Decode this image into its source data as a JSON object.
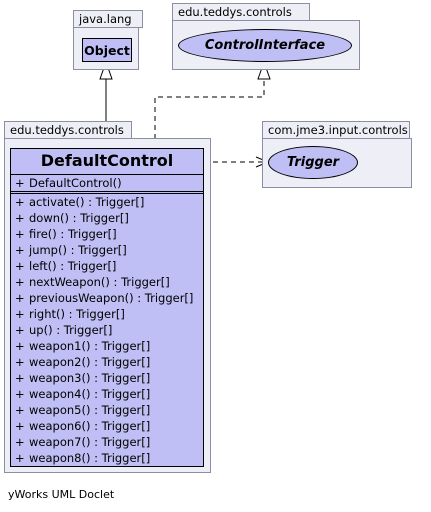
{
  "packages": {
    "java_lang": "java.lang",
    "edu_controls_top": "edu.teddys.controls",
    "edu_controls_main": "edu.teddys.controls",
    "jme3_input": "com.jme3.input.controls"
  },
  "classes": {
    "object": "Object",
    "control_interface": "ControlInterface",
    "trigger": "Trigger",
    "default_control": "DefaultControl"
  },
  "constructor": {
    "vis": "+",
    "sig": "DefaultControl()"
  },
  "methods": [
    {
      "vis": "+",
      "sig": "activate() : Trigger[]"
    },
    {
      "vis": "+",
      "sig": "down() : Trigger[]"
    },
    {
      "vis": "+",
      "sig": "fire() : Trigger[]"
    },
    {
      "vis": "+",
      "sig": "jump() : Trigger[]"
    },
    {
      "vis": "+",
      "sig": "left() : Trigger[]"
    },
    {
      "vis": "+",
      "sig": "nextWeapon() : Trigger[]"
    },
    {
      "vis": "+",
      "sig": "previousWeapon() : Trigger[]"
    },
    {
      "vis": "+",
      "sig": "right() : Trigger[]"
    },
    {
      "vis": "+",
      "sig": "up() : Trigger[]"
    },
    {
      "vis": "+",
      "sig": "weapon1() : Trigger[]"
    },
    {
      "vis": "+",
      "sig": "weapon2() : Trigger[]"
    },
    {
      "vis": "+",
      "sig": "weapon3() : Trigger[]"
    },
    {
      "vis": "+",
      "sig": "weapon4() : Trigger[]"
    },
    {
      "vis": "+",
      "sig": "weapon5() : Trigger[]"
    },
    {
      "vis": "+",
      "sig": "weapon6() : Trigger[]"
    },
    {
      "vis": "+",
      "sig": "weapon7() : Trigger[]"
    },
    {
      "vis": "+",
      "sig": "weapon8() : Trigger[]"
    }
  ],
  "footer": "yWorks UML Doclet"
}
